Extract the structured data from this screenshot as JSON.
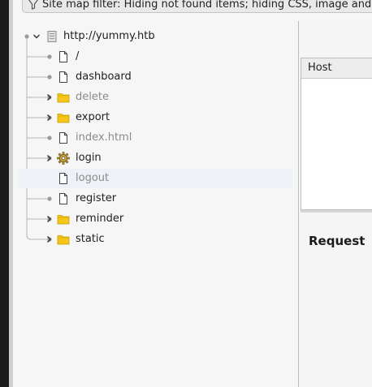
{
  "filter_bar": {
    "text": "Site map filter: Hiding not found items;  hiding CSS, image and g"
  },
  "site_tree": {
    "root": {
      "label": "http://yummy.htb",
      "icon": "server-icon",
      "expanded": true
    },
    "items": [
      {
        "label": "/",
        "icon": "file-icon",
        "expandable": false,
        "dim": false
      },
      {
        "label": "dashboard",
        "icon": "file-icon",
        "expandable": false,
        "dim": false
      },
      {
        "label": "delete",
        "icon": "folder-icon",
        "expandable": true,
        "dim": true
      },
      {
        "label": "export",
        "icon": "folder-icon",
        "expandable": true,
        "dim": false
      },
      {
        "label": "index.html",
        "icon": "file-icon",
        "expandable": false,
        "dim": true
      },
      {
        "label": "login",
        "icon": "gear-icon",
        "expandable": true,
        "dim": false
      },
      {
        "label": "logout",
        "icon": "file-icon",
        "expandable": false,
        "dim": true,
        "selected": true
      },
      {
        "label": "register",
        "icon": "file-icon",
        "expandable": false,
        "dim": false
      },
      {
        "label": "reminder",
        "icon": "folder-icon",
        "expandable": true,
        "dim": false
      },
      {
        "label": "static",
        "icon": "folder-icon",
        "expandable": true,
        "dim": false
      }
    ]
  },
  "right_panel": {
    "table_header": "Host",
    "request_label": "Request"
  },
  "colors": {
    "folder": "#f5c518",
    "selected_row": "#eef2f8",
    "dim_text": "#8a8a8a"
  }
}
